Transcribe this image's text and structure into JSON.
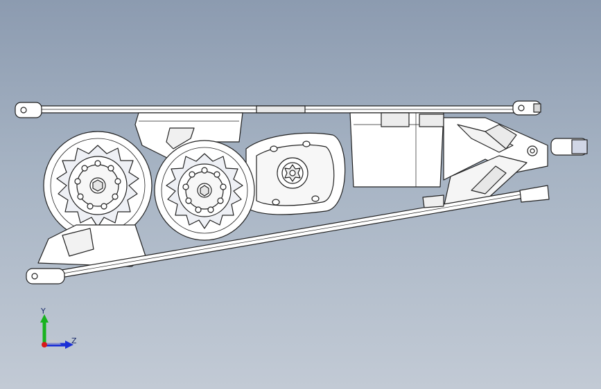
{
  "viewport": {
    "background_top": "#8c9bb0",
    "background_bottom": "#c2cad5",
    "model": "suspension-assembly"
  },
  "triad": {
    "y_label": "Y",
    "z_label": "Z",
    "colors": {
      "y": "#19b21f",
      "z": "#1a2fd6",
      "x": "#d81919"
    }
  }
}
